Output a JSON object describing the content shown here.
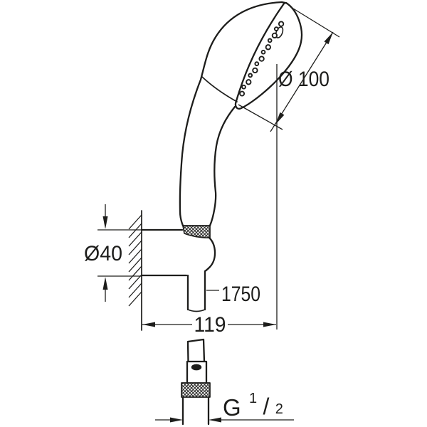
{
  "canvas": {
    "background": "#ffffff",
    "ink": "#1d1d1b",
    "description": "Technical dimension drawing of a wall-mounted hand shower set with holder and shower hose"
  },
  "labels": {
    "head_diameter": "Ø 100",
    "holder_diameter": "Ø40",
    "hose_length": "1750",
    "wall_to_axis_width": "119",
    "thread": {
      "g": "G",
      "num": "1",
      "slash": "/",
      "den": "2"
    }
  }
}
